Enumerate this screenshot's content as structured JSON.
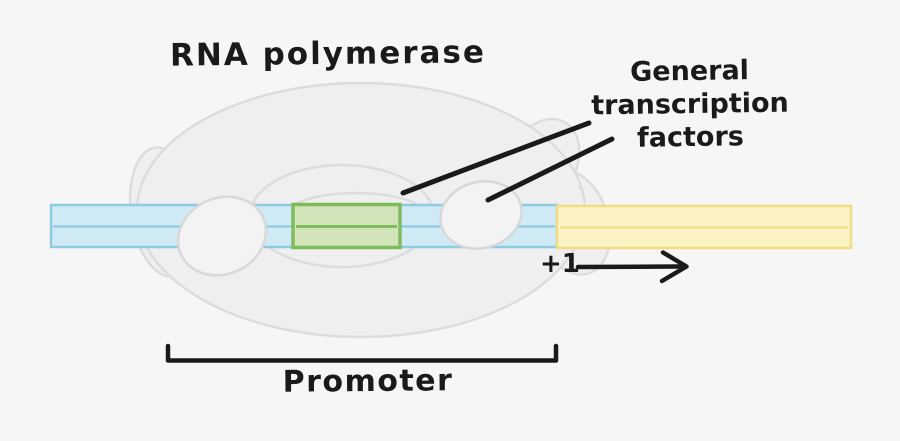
{
  "labels": {
    "rna_polymerase": "RNA polymerase",
    "general_transcription_factors": [
      "General",
      "transcription",
      "factors"
    ],
    "transcription_start": "+1",
    "promoter": "Promoter"
  },
  "colors": {
    "background": "#f6f6f6",
    "ink": "#1a1a1a",
    "dna_fill": "#cfe9f5",
    "dna_stroke": "#8ecbe2",
    "tata_box_fill": "#d2e5ba",
    "tata_box_stroke": "#7fba5b",
    "gene_fill": "#fbf3c3",
    "gene_stroke": "#eedd85",
    "polymerase_fill": "#efeff0",
    "polymerase_stroke": "#dcdcdd",
    "factor_fill": "#f3f3f4",
    "factor_stroke": "#d8d8d9"
  }
}
